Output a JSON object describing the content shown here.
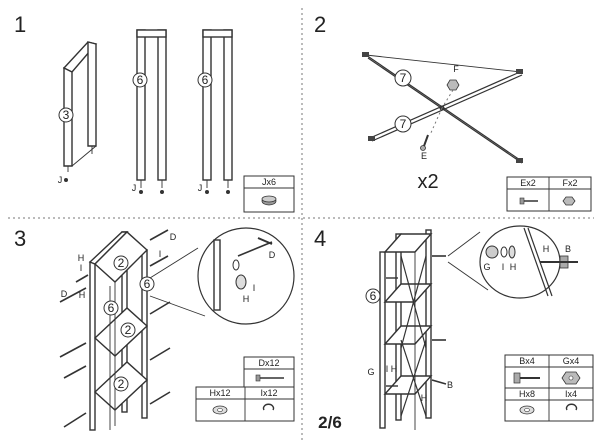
{
  "steps": [
    {
      "number": "1",
      "callouts": [
        "3",
        "6",
        "6"
      ],
      "part_labels": [
        "J",
        "J",
        "J"
      ],
      "parts_table": {
        "headers": [
          "Jx6"
        ]
      }
    },
    {
      "number": "2",
      "callouts": [
        "7",
        "7"
      ],
      "part_labels": [
        "F",
        "E"
      ],
      "multiplier": "x2",
      "parts_table": {
        "headers": [
          "Ex2",
          "Fx2"
        ]
      }
    },
    {
      "number": "3",
      "callouts": [
        "2",
        "2",
        "2",
        "6",
        "6"
      ],
      "part_labels": [
        "H",
        "I",
        "D",
        "D",
        "I",
        "H",
        "D",
        "I",
        "H"
      ],
      "parts_table": {
        "headers": [
          "Dx12",
          "Hx12",
          "Ix12"
        ]
      }
    },
    {
      "number": "4",
      "callouts": [
        "6"
      ],
      "part_labels": [
        "G",
        "I",
        "H",
        "H",
        "B",
        "I",
        "H",
        "G",
        "B",
        "H"
      ],
      "parts_table": {
        "headers": [
          "Bx4",
          "Gx4",
          "Hx8",
          "Ix4"
        ]
      }
    }
  ],
  "page_indicator": "2/6"
}
